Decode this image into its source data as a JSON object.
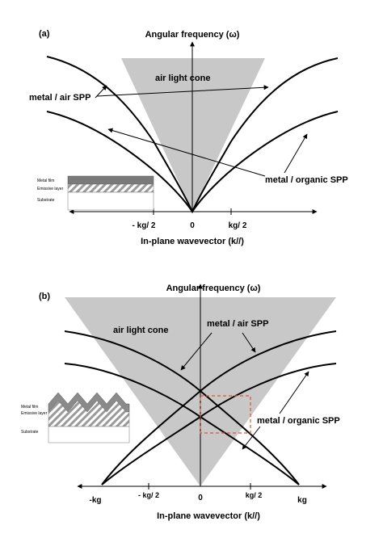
{
  "panel_a": {
    "label": "(a)",
    "y_axis_title": "Angular frequency (ω)",
    "x_axis_title": "In-plane wavevector (k//)",
    "cone_label": "air light cone",
    "metal_air": "metal / air SPP",
    "metal_organic": "metal / organic SPP",
    "tick_minus_half": "- kg/ 2",
    "tick_zero": "0",
    "tick_plus_half": "kg/ 2",
    "inset": {
      "metal": "Metal film",
      "emissive": "Emissive layer",
      "substrate": "Substrate"
    }
  },
  "panel_b": {
    "label": "(b)",
    "y_axis_title": "Angular frequency (ω)",
    "x_axis_title": "In-plane wavevector (k//)",
    "cone_label": "air light cone",
    "metal_air": "metal / air SPP",
    "metal_organic": "metal / organic SPP",
    "tick_minus_kg": "-kg",
    "tick_minus_half": "- kg/ 2",
    "tick_zero": "0",
    "tick_plus_half": "kg/ 2",
    "tick_kg": "kg",
    "inset": {
      "metal": "Metal film",
      "emissive": "Emissive layer",
      "substrate": "Substrate"
    }
  },
  "colors": {
    "cone": "#c8c8c8",
    "curve": "#000000",
    "dash": "#e8502a"
  }
}
